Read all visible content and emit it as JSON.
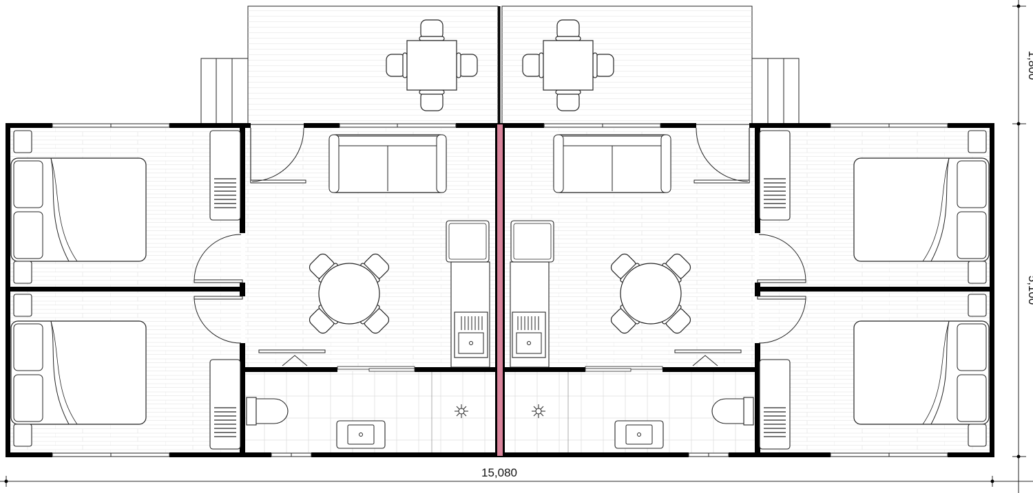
{
  "dimensions": {
    "overall_width": "15,080",
    "main_depth": "5,100",
    "deck_depth": "1,800"
  },
  "units": [
    {
      "name": "left-unit",
      "rooms": [
        "bedroom-top",
        "bedroom-bottom",
        "living-dining",
        "kitchen",
        "bathroom"
      ]
    },
    {
      "name": "right-unit",
      "rooms": [
        "bedroom-top",
        "bedroom-bottom",
        "living-dining",
        "kitchen",
        "bathroom"
      ]
    }
  ],
  "colors": {
    "wall": "#000000",
    "line": "#222222",
    "floor_line": "#cfcfcf",
    "party_wall": "#d9849b"
  }
}
